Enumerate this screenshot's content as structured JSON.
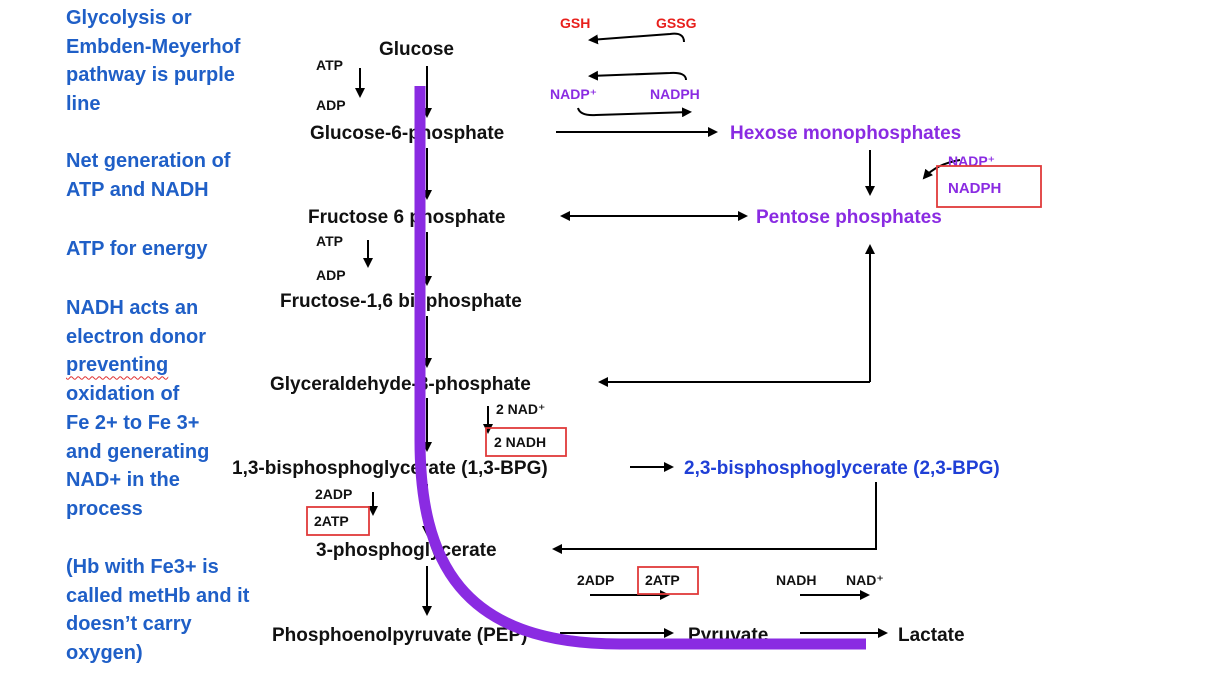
{
  "notes": {
    "glycolysis": [
      "Glycolysis or",
      "Embden-Meyerhof",
      "pathway is purple",
      "line"
    ],
    "net": [
      "Net generation of",
      "ATP and NADH"
    ],
    "atp": [
      "ATP for energy"
    ],
    "nadh": [
      "NADH acts an",
      "electron donor",
      "preventing",
      "oxidation of",
      "Fe 2+ to Fe 3+",
      "and generating",
      "NAD+ in the",
      "process"
    ],
    "hb": [
      "(Hb with Fe3+ is",
      "called metHb and it",
      "doesn’t carry",
      "oxygen)"
    ]
  },
  "pathway": {
    "glucose": "Glucose",
    "g6p": "Glucose-6-phosphate",
    "f6p": "Fructose 6 phosphate",
    "f16bp": "Fructose-1,6 bisphosphate",
    "g3p": "Glyceraldehyde-3-phosphate",
    "bpg13": "1,3-bisphosphoglycerate (1,3-BPG)",
    "pg3": "3-phosphoglycerate",
    "pep": "Phosphoenolpyruvate (PEP)",
    "pyruvate": "Pyruvate",
    "lactate": "Lactate"
  },
  "shunt": {
    "hexose": "Hexose monophosphates",
    "pentose": "Pentose phosphates",
    "bpg23": "2,3-bisphosphoglycerate (2,3-BPG)"
  },
  "cofactors": {
    "atp1": "ATP",
    "adp1": "ADP",
    "atp2": "ATP",
    "adp2": "ADP",
    "gsh": "GSH",
    "gssg": "GSSG",
    "nadp_top": "NADP⁺",
    "nadph_top": "NADPH",
    "nadp_side": "NADP⁺",
    "nadph_side": "NADPH",
    "nad": "2 NAD⁺",
    "nadh": "2 NADH",
    "adp2x": "2ADP",
    "atp2x": "2ATP",
    "adp2x_b": "2ADP",
    "atp2x_b": "2ATP",
    "nadh_b": "NADH",
    "nad_b": "NAD⁺"
  },
  "colors": {
    "note_blue": "#1f5fc7",
    "purple": "#8a2be2",
    "shunt_purple": "#8a2be2",
    "bpg_blue": "#1f3fd6",
    "red": "#e8201c",
    "box_red": "#e03a3a"
  }
}
